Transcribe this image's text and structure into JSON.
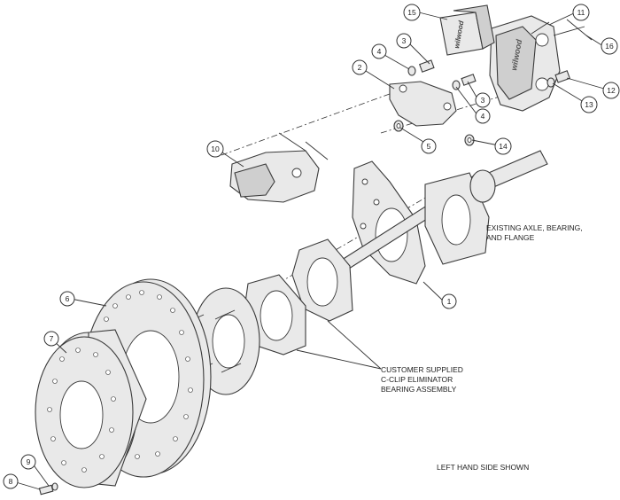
{
  "callouts": {
    "c1": "1",
    "c2": "2",
    "c3a": "3",
    "c3b": "3",
    "c4a": "4",
    "c4b": "4",
    "c5": "5",
    "c6": "6",
    "c7": "7",
    "c8": "8",
    "c9": "9",
    "c10": "10",
    "c11": "11",
    "c12": "12",
    "c13": "13",
    "c14": "14",
    "c15": "15",
    "c16": "16"
  },
  "notes": {
    "axle_line1": "EXISTING AXLE, BEARING,",
    "axle_line2": "AND FLANGE",
    "bearing_line1": "CUSTOMER SUPPLIED",
    "bearing_line2": "C-CLIP ELIMINATOR",
    "bearing_line3": "BEARING ASSEMBLY",
    "side_note": "LEFT HAND SIDE SHOWN"
  },
  "logos": {
    "pad_brand": "wilwood",
    "caliper_brand": "wilwood"
  }
}
